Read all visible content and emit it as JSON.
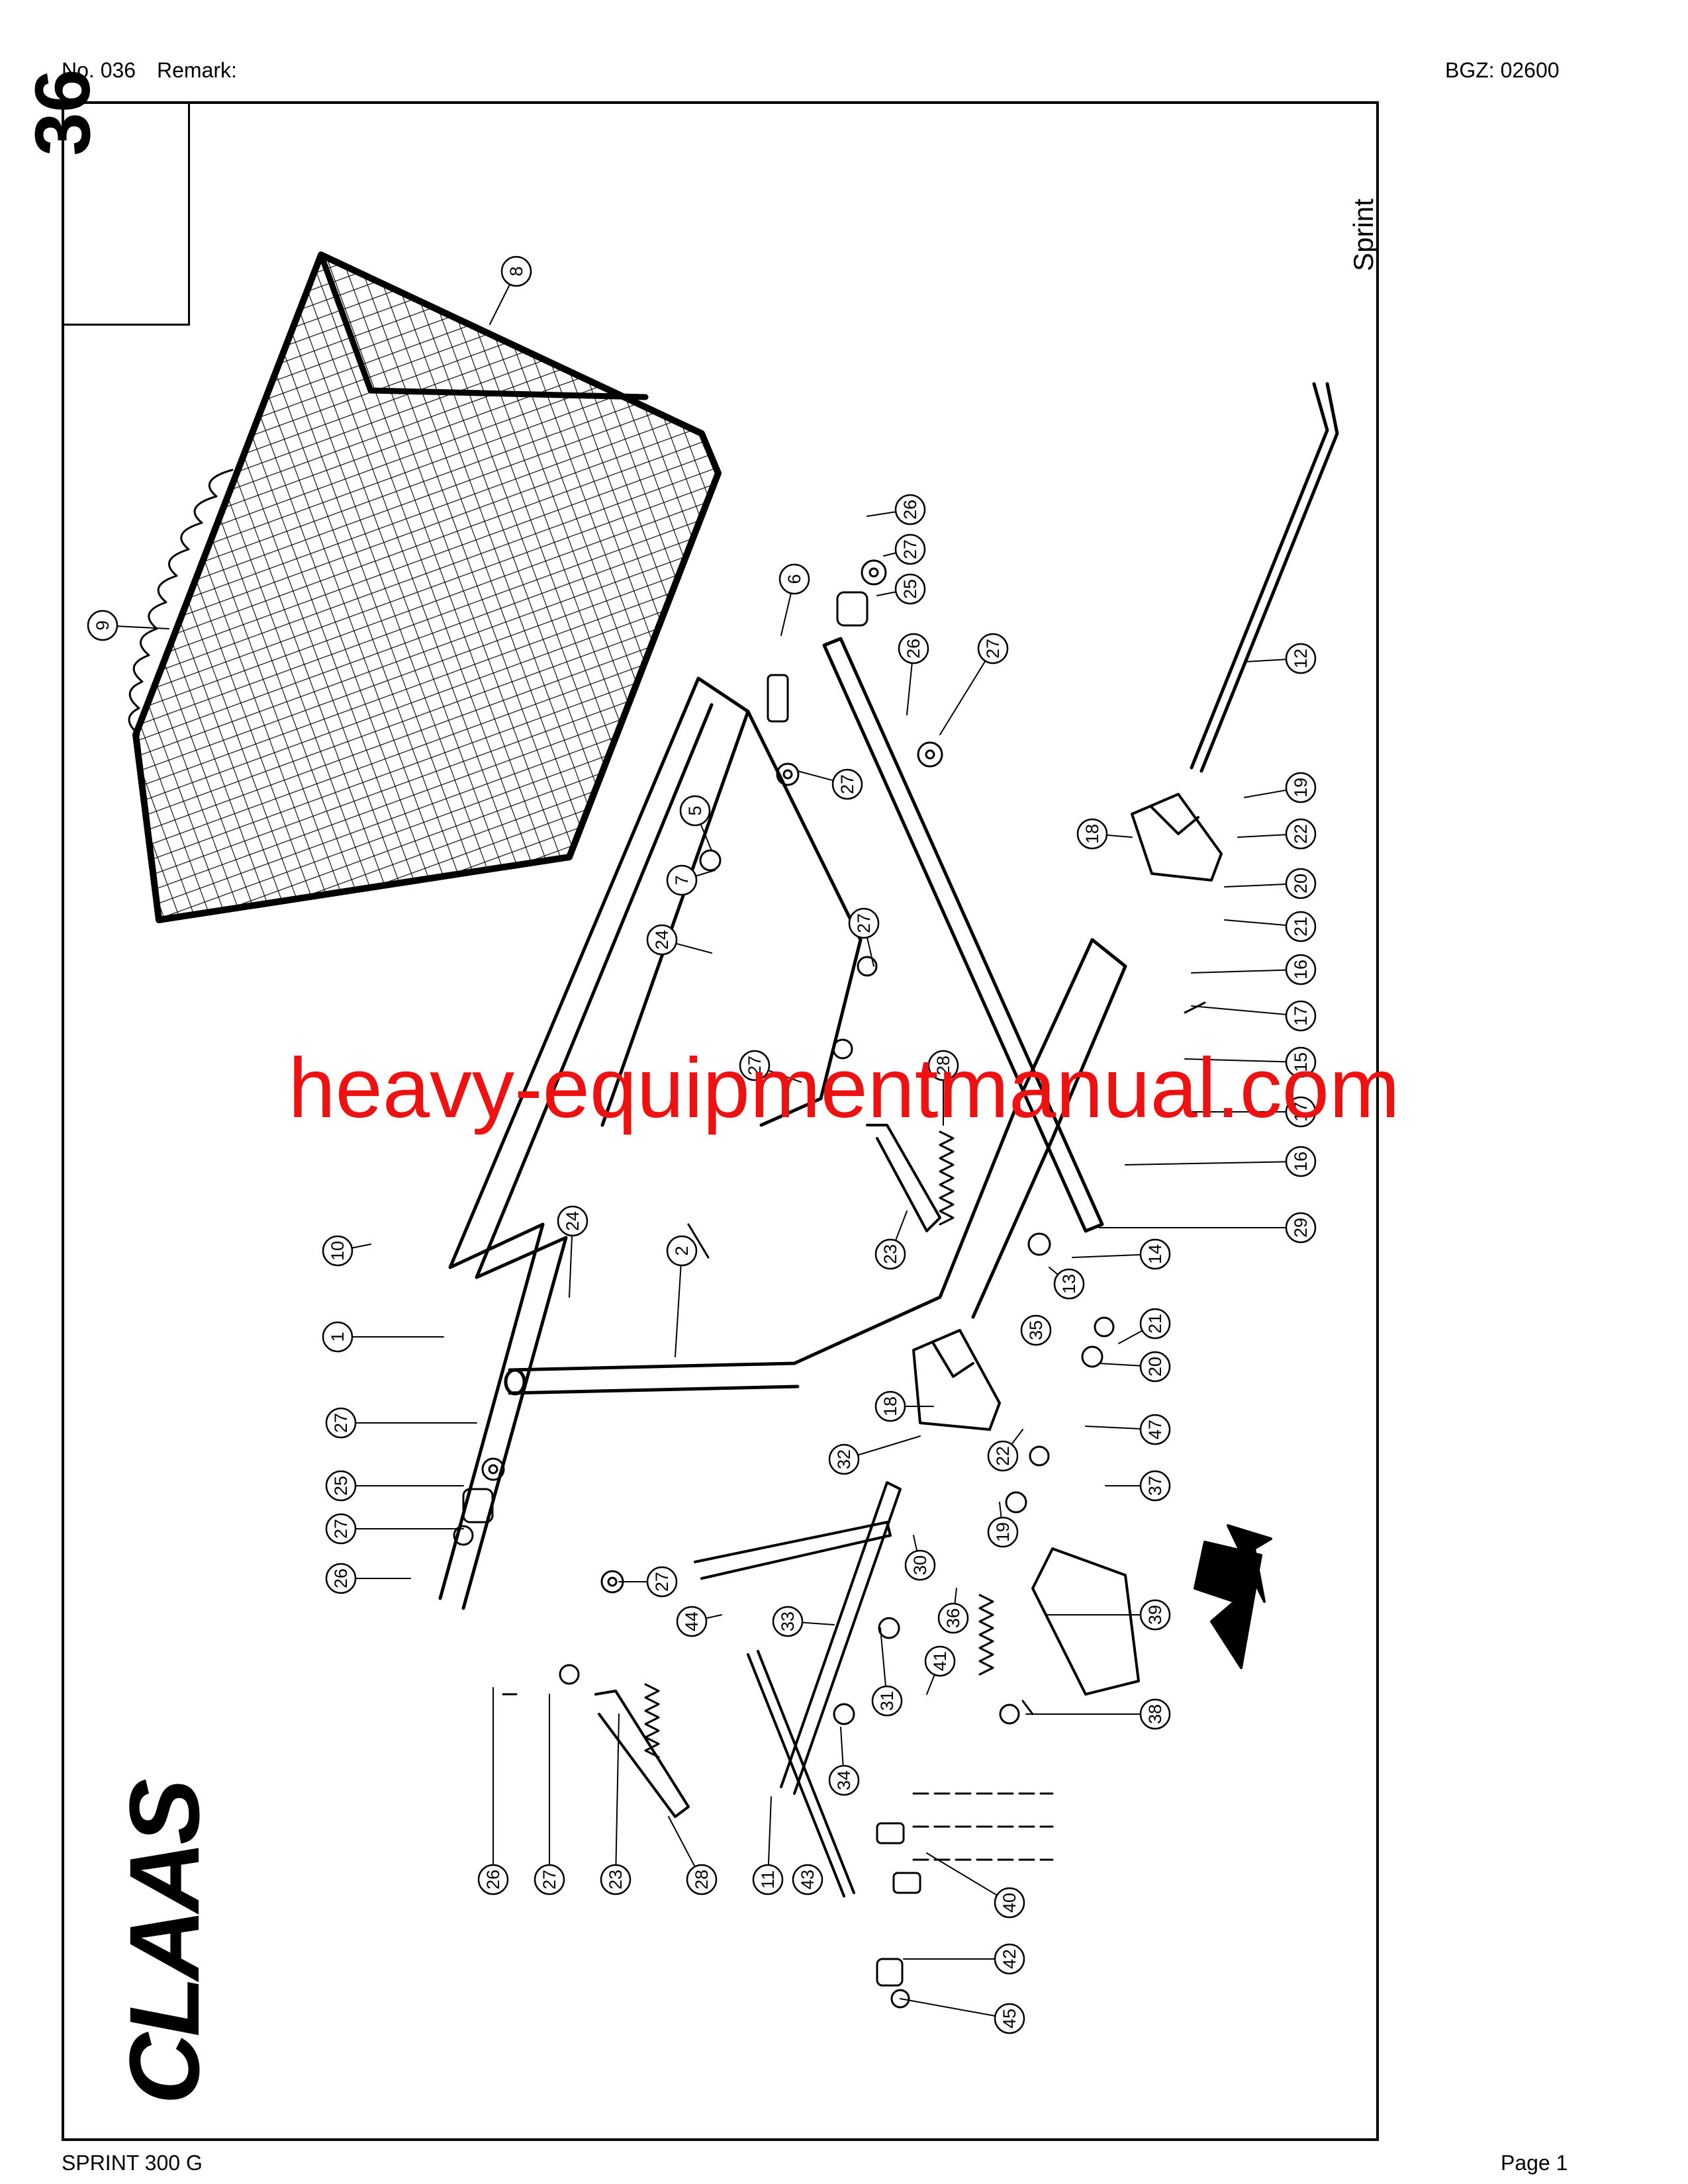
{
  "header": {
    "page_no": "No. 036",
    "remark": "Remark:",
    "bgz": "BGZ: 02600"
  },
  "frame": {
    "sheet_number": "36",
    "model_tag": "Sprint",
    "brand": "CLAAS"
  },
  "watermark": "heavy-equipmentmanual.com",
  "footer": {
    "model": "SPRINT 300 G",
    "page": "Page 1"
  },
  "callouts": [
    {
      "n": "8"
    },
    {
      "n": "9"
    },
    {
      "n": "26"
    },
    {
      "n": "27"
    },
    {
      "n": "25"
    },
    {
      "n": "6"
    },
    {
      "n": "26"
    },
    {
      "n": "27"
    },
    {
      "n": "27"
    },
    {
      "n": "12"
    },
    {
      "n": "5"
    },
    {
      "n": "7"
    },
    {
      "n": "24"
    },
    {
      "n": "27"
    },
    {
      "n": "19"
    },
    {
      "n": "18"
    },
    {
      "n": "22"
    },
    {
      "n": "20"
    },
    {
      "n": "21"
    },
    {
      "n": "16"
    },
    {
      "n": "17"
    },
    {
      "n": "15"
    },
    {
      "n": "17"
    },
    {
      "n": "16"
    },
    {
      "n": "27"
    },
    {
      "n": "28"
    },
    {
      "n": "29"
    },
    {
      "n": "23"
    },
    {
      "n": "2"
    },
    {
      "n": "24"
    },
    {
      "n": "10"
    },
    {
      "n": "1"
    },
    {
      "n": "14"
    },
    {
      "n": "13"
    },
    {
      "n": "21"
    },
    {
      "n": "35"
    },
    {
      "n": "20"
    },
    {
      "n": "27"
    },
    {
      "n": "25"
    },
    {
      "n": "27"
    },
    {
      "n": "26"
    },
    {
      "n": "18"
    },
    {
      "n": "32"
    },
    {
      "n": "22"
    },
    {
      "n": "47"
    },
    {
      "n": "37"
    },
    {
      "n": "27"
    },
    {
      "n": "19"
    },
    {
      "n": "30"
    },
    {
      "n": "44"
    },
    {
      "n": "33"
    },
    {
      "n": "36"
    },
    {
      "n": "39"
    },
    {
      "n": "41"
    },
    {
      "n": "31"
    },
    {
      "n": "38"
    },
    {
      "n": "34"
    },
    {
      "n": "26"
    },
    {
      "n": "27"
    },
    {
      "n": "23"
    },
    {
      "n": "28"
    },
    {
      "n": "11"
    },
    {
      "n": "43"
    },
    {
      "n": "40"
    },
    {
      "n": "42"
    },
    {
      "n": "45"
    }
  ]
}
